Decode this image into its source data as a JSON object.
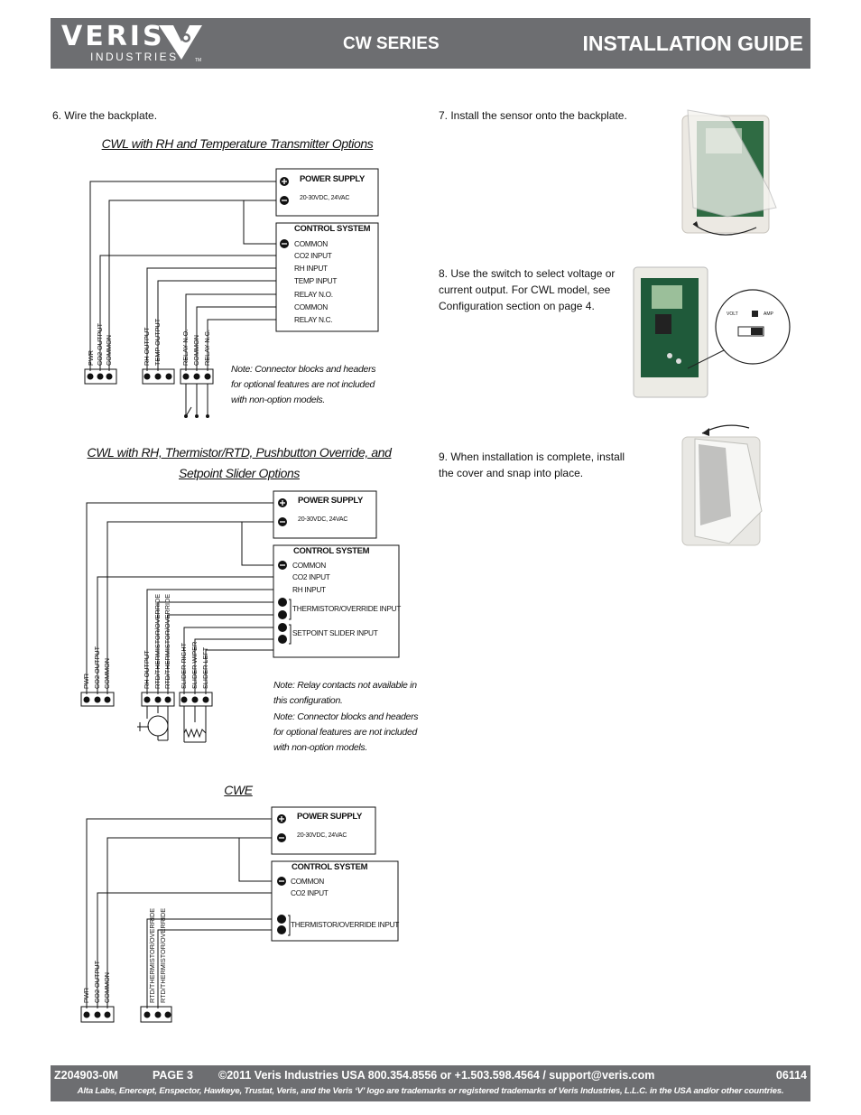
{
  "header": {
    "logo_word": "VERIS",
    "logo_sub": "INDUSTRIES",
    "logo_tm": "TM",
    "series": "CW SERIES",
    "title": "INSTALLATION GUIDE"
  },
  "steps": {
    "step6": "6.  Wire the backplate.",
    "step7": "7.  Install the sensor onto the backplate.",
    "step8": "8.  Use the switch to select voltage or current output. For CWL model, see Configuration section on page 4.",
    "step9": "9.  When installation is complete, install the cover and snap into place."
  },
  "switch_labels": {
    "volt": "VOLT",
    "amp": "AMP"
  },
  "diagram1": {
    "title": "CWL with RH and Temperature Transmitter Options",
    "power_supply": "POWER SUPPLY",
    "supply_voltage": "20-30VDC, 24VAC",
    "control_system": "CONTROL SYSTEM",
    "inputs": [
      "COMMON",
      "CO2 INPUT",
      "RH INPUT",
      "TEMP INPUT",
      "RELAY N.O.",
      "COMMON",
      "RELAY N.C."
    ],
    "terminals_a": [
      "PWR",
      "CO2 OUTPUT",
      "COMMON"
    ],
    "terminals_b": [
      "RH OUTPUT",
      "TEMP OUTPUT"
    ],
    "terminals_c": [
      "RELAY N.O.",
      "COMMON",
      "RELAY N.C."
    ],
    "note": "Note:  Connector blocks and headers for optional features are not included with non-option models."
  },
  "diagram2": {
    "title_line1": "CWL with RH, Thermistor/RTD, Pushbutton Override, and",
    "title_line2": "Setpoint Slider Options",
    "power_supply": "POWER SUPPLY",
    "supply_voltage": "20-30VDC, 24VAC",
    "control_system": "CONTROL SYSTEM",
    "inputs": [
      "COMMON",
      "CO2 INPUT",
      "RH INPUT",
      "THERMISTOR/OVERRIDE INPUT",
      "SETPOINT SLIDER INPUT"
    ],
    "terminals_a": [
      "PWR",
      "CO2 OUTPUT",
      "COMMON"
    ],
    "terminals_b": [
      "RH OUTPUT",
      "RTD/THERMISTOR/OVERRIDE",
      "RTD/THERMISTOR/OVERRIDE"
    ],
    "terminals_c": [
      "SLIDER RIGHT",
      "SLIDER WIPER",
      "SLIDER LEFT"
    ],
    "note1": "Note:  Relay contacts not available in this configuration.",
    "note2": "Note:  Connector blocks and headers for optional features are not included with non-option models."
  },
  "diagram3": {
    "title": "CWE",
    "power_supply": "POWER SUPPLY",
    "supply_voltage": "20-30VDC, 24VAC",
    "control_system": "CONTROL SYSTEM",
    "inputs": [
      "COMMON",
      "CO2 INPUT",
      "THERMISTOR/OVERRIDE INPUT"
    ],
    "terminals_a": [
      "PWR",
      "CO2 OUTPUT",
      "COMMON"
    ],
    "terminals_b": [
      "RTD/THERMISTOR/OVERRIDE",
      "RTD/THERMISTOR/OVERRIDE"
    ]
  },
  "footer": {
    "doc_id": "Z204903-0M",
    "page": "PAGE 3",
    "contact": "©2011 Veris Industries   USA 800.354.8556 or +1.503.598.4564  / support@veris.com",
    "code": "06114",
    "trademark": "Alta Labs, Enercept, Enspector, Hawkeye, Trustat, Veris, and the Veris ‘V’ logo are trademarks or registered trademarks of  Veris Industries, L.L.C. in the USA and/or other countries."
  },
  "colors": {
    "header_bg": "#6d6e71",
    "text": "#111111"
  }
}
